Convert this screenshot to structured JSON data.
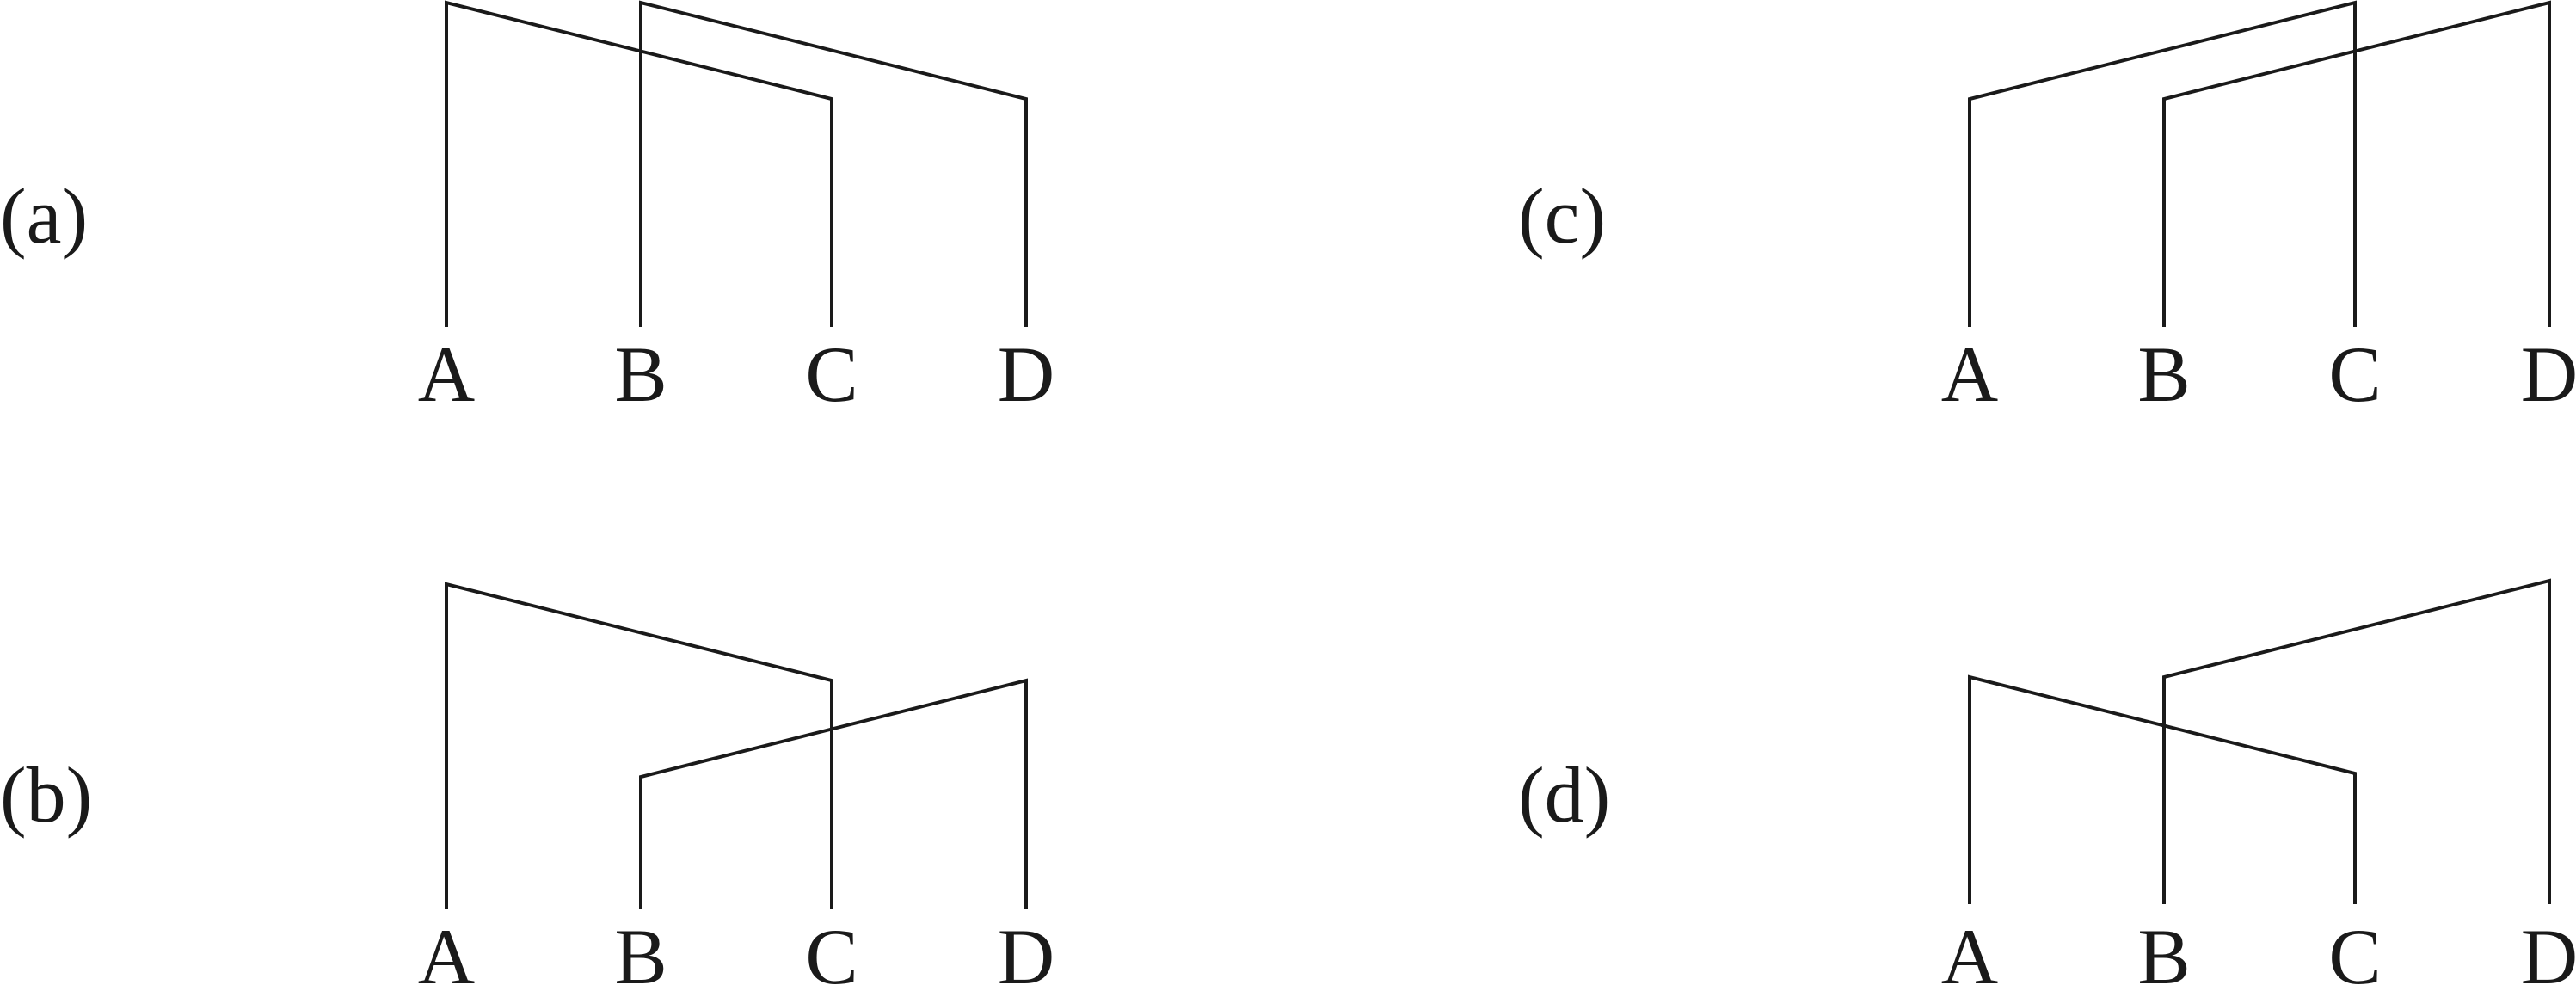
{
  "panels": [
    {
      "label": "(a)",
      "tips": [
        "A",
        "B",
        "C",
        "D"
      ],
      "clades": [
        {
          "from": 0,
          "to": 2,
          "level": "high"
        },
        {
          "from": 1,
          "to": 3,
          "level": "high"
        }
      ]
    },
    {
      "label": "(b)",
      "tips": [
        "A",
        "B",
        "C",
        "D"
      ],
      "clades": [
        {
          "from": 0,
          "to": 2,
          "level": "high"
        },
        {
          "from": 1,
          "to": 3,
          "level": "mid"
        }
      ]
    },
    {
      "label": "(c)",
      "tips": [
        "A",
        "B",
        "C",
        "D"
      ],
      "clades": [
        {
          "from": 0,
          "to": 2,
          "level": "high"
        },
        {
          "from": 1,
          "to": 3,
          "level": "high"
        }
      ]
    },
    {
      "label": "(d)",
      "tips": [
        "A",
        "B",
        "C",
        "D"
      ],
      "clades": [
        {
          "from": 0,
          "to": 2,
          "level": "mid"
        },
        {
          "from": 1,
          "to": 3,
          "level": "high"
        }
      ]
    }
  ]
}
